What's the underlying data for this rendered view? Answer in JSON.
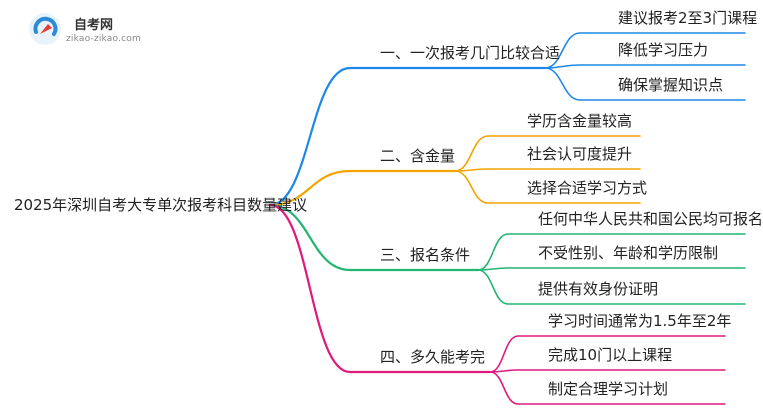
{
  "logo": {
    "title": "自考网",
    "subtitle": "zikao-zikao.com"
  },
  "root": {
    "label": "2025年深圳自考大专单次报考科目数量建议"
  },
  "branches": [
    {
      "label": "一、一次报考几门比较合适",
      "color": "#1e88e5",
      "children": [
        "建议报考2至3门课程",
        "降低学习压力",
        "确保掌握知识点"
      ]
    },
    {
      "label": "二、含金量",
      "color": "#f4a300",
      "children": [
        "学历含金量较高",
        "社会认可度提升",
        "选择合适学习方式"
      ]
    },
    {
      "label": "三、报名条件",
      "color": "#22b573",
      "children": [
        "任何中华人民共和国公民均可报名",
        "不受性别、年龄和学历限制",
        "提供有效身份证明"
      ]
    },
    {
      "label": "四、多久能考完",
      "color": "#e0197d",
      "children": [
        "学习时间通常为1.5年至2年",
        "完成10门以上课程",
        "制定合理学习计划"
      ]
    }
  ]
}
